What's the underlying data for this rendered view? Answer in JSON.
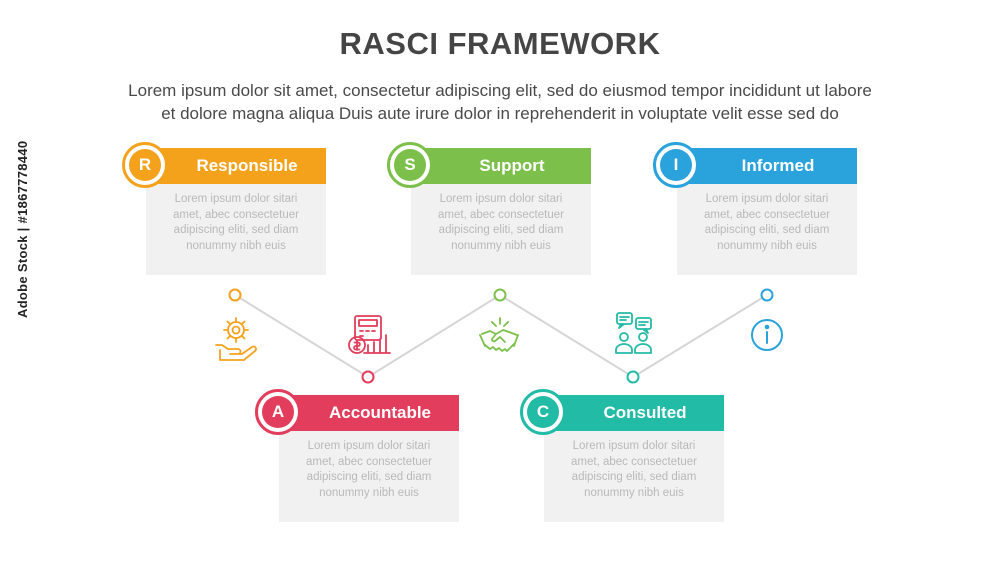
{
  "title": "RASCI FRAMEWORK",
  "subtitle_line1": "Lorem ipsum dolor sit amet, consectetur adipiscing elit, sed do eiusmod tempor incididunt ut labore",
  "subtitle_line2": "et dolore magna aliqua Duis aute irure dolor in reprehenderit in voluptate velit esse sed do",
  "watermark": "Adobe Stock | #1867778440",
  "cards": [
    {
      "letter": "R",
      "label": "Responsible",
      "color": "#f4a21c",
      "text": [
        "Lorem ipsum dolor sitari",
        "amet, abec consectetuer",
        "adipiscing eliti, sed diam",
        "nonummy nibh euis"
      ]
    },
    {
      "letter": "S",
      "label": "Support",
      "color": "#7cc04b",
      "text": [
        "Lorem ipsum dolor sitari",
        "amet, abec consectetuer",
        "adipiscing eliti, sed diam",
        "nonummy nibh euis"
      ]
    },
    {
      "letter": "I",
      "label": "Informed",
      "color": "#2aa3dc",
      "text": [
        "Lorem ipsum dolor sitari",
        "amet, abec consectetuer",
        "adipiscing eliti, sed diam",
        "nonummy nibh euis"
      ]
    },
    {
      "letter": "A",
      "label": "Accountable",
      "color": "#e23d5c",
      "text": [
        "Lorem ipsum dolor sitari",
        "amet, abec consectetuer",
        "adipiscing eliti, sed diam",
        "nonummy nibh euis"
      ]
    },
    {
      "letter": "C",
      "label": "Consulted",
      "color": "#22bba5",
      "text": [
        "Lorem ipsum dolor sitari",
        "amet, abec consectetuer",
        "adipiscing eliti, sed diam",
        "nonummy nibh euis"
      ]
    }
  ],
  "icons": [
    {
      "name": "gear-hand-icon",
      "color": "#f4a21c"
    },
    {
      "name": "calculator-money-icon",
      "color": "#e23d5c"
    },
    {
      "name": "handshake-icon",
      "color": "#7cc04b"
    },
    {
      "name": "discussion-icon",
      "color": "#22bba5"
    },
    {
      "name": "info-icon",
      "color": "#2aa3dc"
    }
  ],
  "colors": {
    "line": "#d6d6d6",
    "title": "#454545"
  }
}
